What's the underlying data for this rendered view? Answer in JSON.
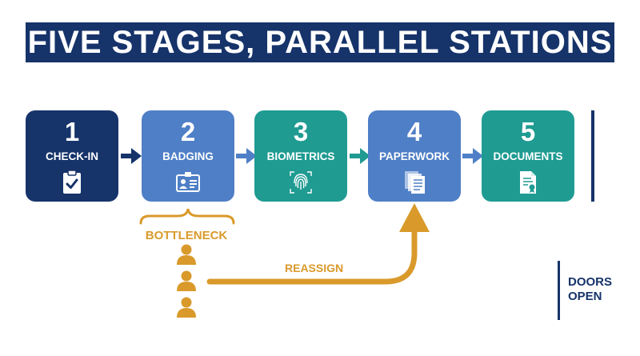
{
  "title": "FIVE STAGES, PARALLEL STATIONS",
  "stages": [
    {
      "number": "1",
      "label": "CHECK-IN",
      "color": "#16336a",
      "icon": "clipboard-check-icon"
    },
    {
      "number": "2",
      "label": "BADGING",
      "color": "#4f7fc6",
      "icon": "id-badge-icon"
    },
    {
      "number": "3",
      "label": "BIOMETRICS",
      "color": "#1f9b92",
      "icon": "fingerprint-icon"
    },
    {
      "number": "4",
      "label": "PAPERWORK",
      "color": "#4f7fc6",
      "icon": "documents-icon"
    },
    {
      "number": "5",
      "label": "DOCUMENTS",
      "color": "#1f9b92",
      "icon": "certificate-icon"
    }
  ],
  "bottleneck": {
    "label": "BOTTLENECK",
    "color": "#d99a2b",
    "queue_icon": "person-icon"
  },
  "reassign": {
    "label": "REASSIGN"
  },
  "doors": {
    "label_line1": "DOORS",
    "label_line2": "OPEN"
  },
  "colors": {
    "navy": "#16336a",
    "blue": "#4f7fc6",
    "teal": "#1f9b92",
    "gold": "#d99a2b"
  }
}
